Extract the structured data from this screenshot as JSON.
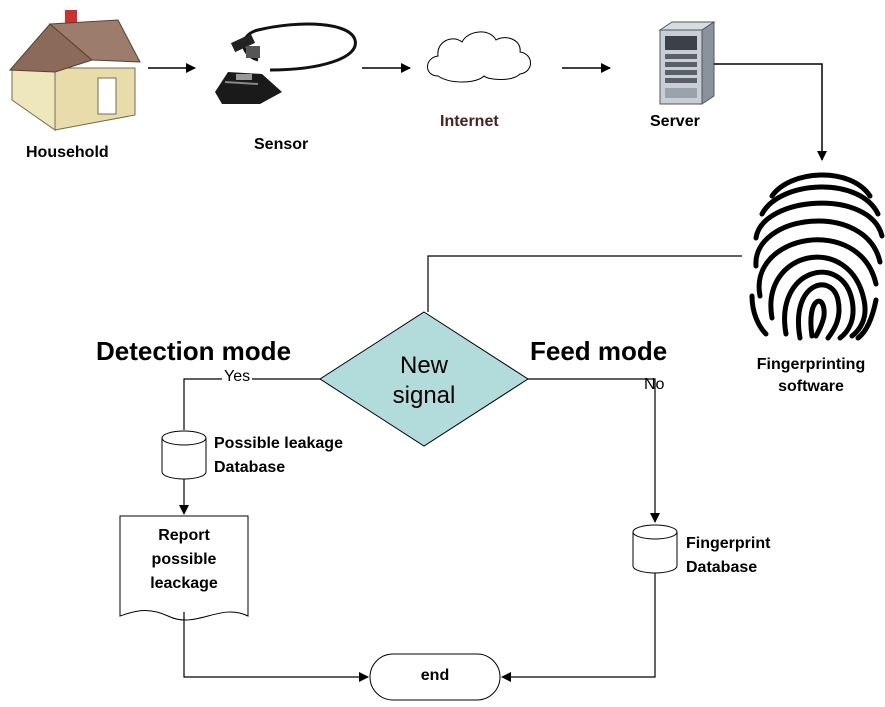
{
  "top_row": {
    "household": "Household",
    "sensor": "Sensor",
    "internet": "Internet",
    "server": "Server"
  },
  "fingerprinting": {
    "line1": "Fingerprinting",
    "line2": "software"
  },
  "modes": {
    "detection": "Detection mode",
    "feed": "Feed mode"
  },
  "decision": {
    "line1": "New",
    "line2": "signal",
    "yes": "Yes",
    "no": "No"
  },
  "leakage_db": {
    "line1": "Possible leakage",
    "line2": "Database"
  },
  "report": {
    "line1": "Report",
    "line2": "possible",
    "line3": "leackage"
  },
  "fingerprint_db": {
    "line1": "Fingerprint",
    "line2": "Database"
  },
  "end": "end",
  "colors": {
    "diamond_fill": "#b2dcdc",
    "internet_text": "#4a2020",
    "roof": "#8b6a5a",
    "house_wall": "#f3eecb",
    "chimney": "#d03030"
  }
}
